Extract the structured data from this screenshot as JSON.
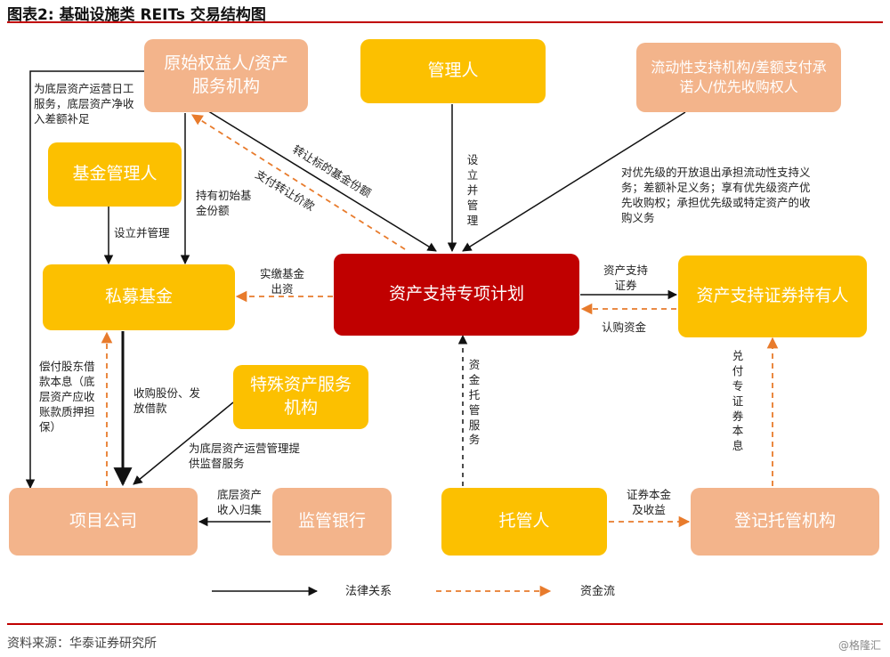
{
  "header": {
    "title": "图表2:  基础设施类 REITs 交易结构图"
  },
  "nodes": {
    "original_owner": "原始权益人/资产服务机构",
    "manager": "管理人",
    "liquidity_support": "流动性支持机构/差额支付承诺人/优先收购权人",
    "fund_manager": "基金管理人",
    "private_fund": "私募基金",
    "abs_plan": "资产支持专项计划",
    "abs_holders": "资产支持证券持有人",
    "special_servicer": "特殊资产服务机构",
    "project_company": "项目公司",
    "supervising_bank": "监管银行",
    "custodian": "托管人",
    "registry": "登记托管机构"
  },
  "labels": {
    "ops_service": "为底层资产运营日工服务，底层资产净收入差额补足",
    "transfer_fund_shares": "转让标的基金份额",
    "pay_transfer_price": "支付转让价款",
    "hold_initial_shares": "持有初始基金份额",
    "establish_manage_v": "设立并管理",
    "obligations": "对优先级的开放退出承担流动性支持义务；差额补足义务；享有优先级资产优先收购权；承担优先级或特定资产的收购义务",
    "establish_manage": "设立并管理",
    "paid_in_capital": "实缴基金出资",
    "abs_securities": "资产支持证券",
    "subscription": "认购资金",
    "repay_loan": "偿付股东借款本息（底层资产应收账款质押担保）",
    "acquire_shares": "收购股份、发放借款",
    "asset_custody": "资金托管服务",
    "redeem_principal": "兑付专证券本息",
    "supervision_service": "为底层资产运营管理提供监督服务",
    "underlying_income": "底层资产收入归集",
    "principal_income": "证券本金及收益"
  },
  "legend": {
    "legal": "法律关系",
    "fund_flow": "资金流"
  },
  "footer": {
    "source": "资料来源：华泰证券研究所",
    "watermark": "@格隆汇"
  },
  "colors": {
    "node_salmon": "#f3b48b",
    "node_yellow": "#fcc000",
    "node_red": "#c00000",
    "legal_arrow": "#111111",
    "fund_arrow": "#e87b2c",
    "rule": "#c00000"
  }
}
